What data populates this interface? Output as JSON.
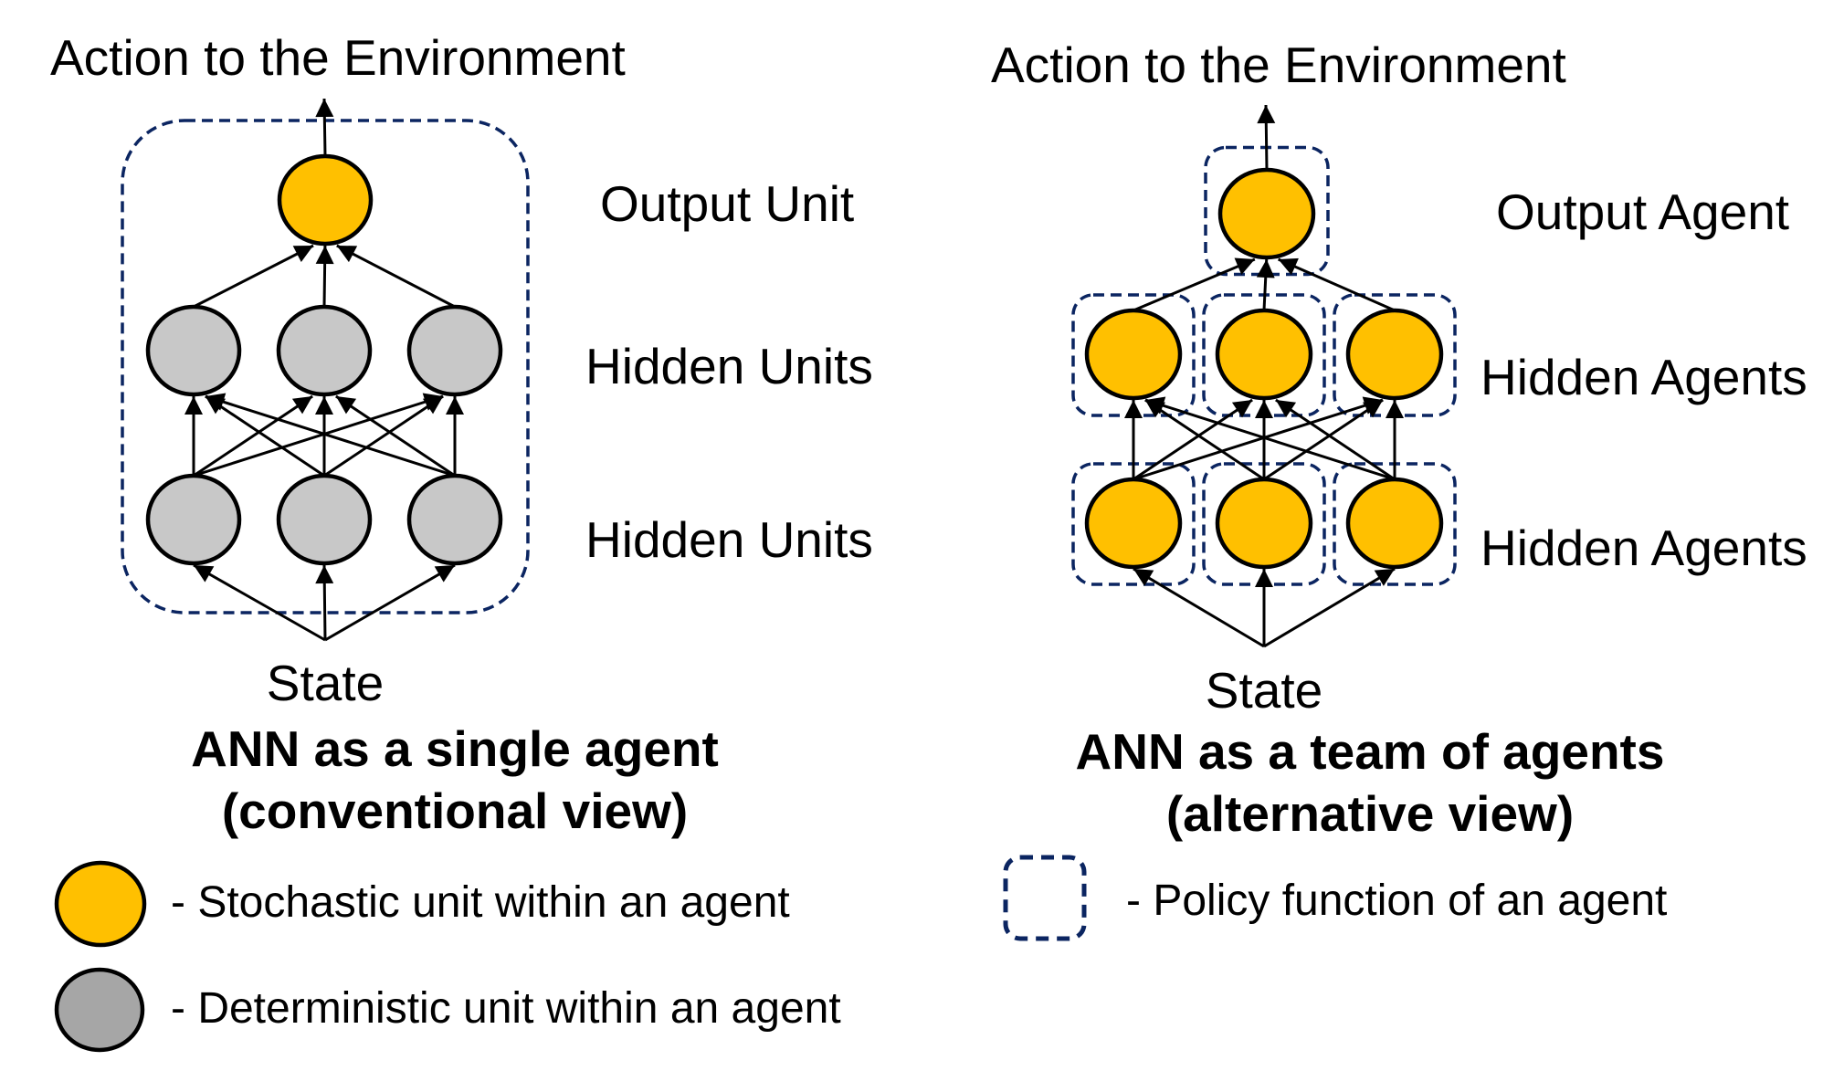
{
  "colors": {
    "stochastic": "#ffc000",
    "deterministic": "#c8c8c8",
    "deterministic_legend": "#a6a6a6",
    "policy_border": "#0b2561",
    "edge": "#000000"
  },
  "left_panel": {
    "top_label": "Action to the Environment",
    "layer_labels": [
      "Output Unit",
      "Hidden Units",
      "Hidden Units"
    ],
    "input_label": "State",
    "caption_line1": "ANN as a single agent",
    "caption_line2": "(conventional view)",
    "layers": [
      {
        "role": "output",
        "nodes": [
          "stochastic"
        ]
      },
      {
        "role": "hidden",
        "nodes": [
          "deterministic",
          "deterministic",
          "deterministic"
        ]
      },
      {
        "role": "hidden",
        "nodes": [
          "deterministic",
          "deterministic",
          "deterministic"
        ]
      }
    ],
    "single_policy_box": true
  },
  "right_panel": {
    "top_label": "Action to the Environment",
    "layer_labels": [
      "Output Agent",
      "Hidden Agents",
      "Hidden Agents"
    ],
    "input_label": "State",
    "caption_line1": "ANN as a team of agents",
    "caption_line2": "(alternative view)",
    "layers": [
      {
        "role": "output",
        "nodes": [
          "stochastic"
        ]
      },
      {
        "role": "hidden",
        "nodes": [
          "stochastic",
          "stochastic",
          "stochastic"
        ]
      },
      {
        "role": "hidden",
        "nodes": [
          "stochastic",
          "stochastic",
          "stochastic"
        ]
      }
    ],
    "per_node_policy_box": true
  },
  "legend": {
    "stochastic_label": "- Stochastic unit within an agent",
    "deterministic_label": "- Deterministic unit within an agent",
    "policy_label": "- Policy function of an agent"
  }
}
